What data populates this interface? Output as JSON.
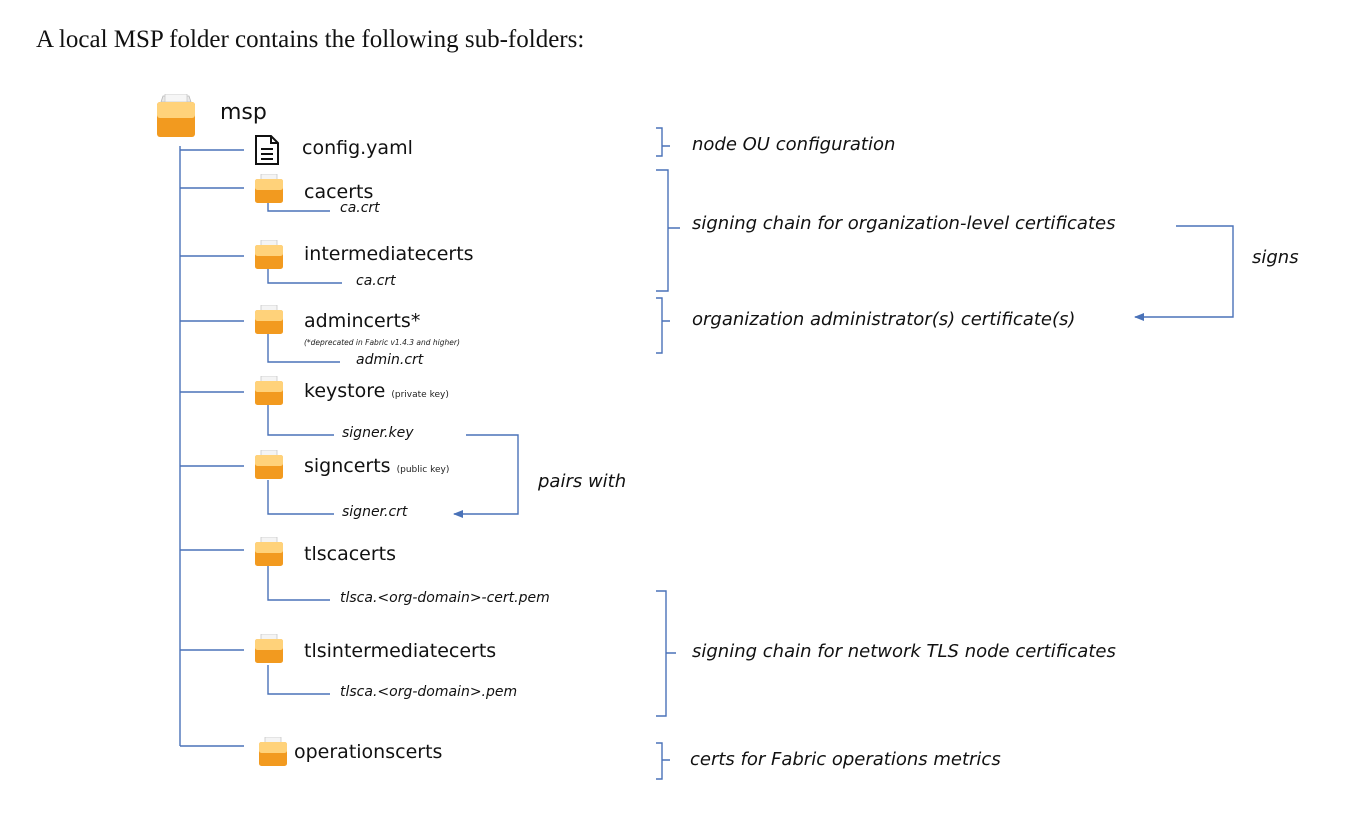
{
  "intro": "A local MSP folder contains the following sub-folders:",
  "root": {
    "name": "msp",
    "icon": "folder-icon"
  },
  "entries": {
    "config": {
      "name": "config.yaml",
      "icon": "document-icon"
    },
    "cacerts": {
      "name": "cacerts",
      "icon": "folder-icon",
      "file": "ca.crt"
    },
    "intermediatecerts": {
      "name": "intermediatecerts",
      "icon": "folder-icon",
      "file": "ca.crt"
    },
    "admincerts": {
      "name": "admincerts*",
      "icon": "folder-icon",
      "note": "(*deprecated in Fabric v1.4.3 and higher)",
      "file": "admin.crt"
    },
    "keystore": {
      "name": "keystore",
      "suffix": "(private key)",
      "icon": "folder-icon",
      "file": "signer.key"
    },
    "signcerts": {
      "name": "signcerts",
      "suffix": "(public key)",
      "icon": "folder-icon",
      "file": "signer.crt"
    },
    "tlscacerts": {
      "name": "tlscacerts",
      "icon": "folder-icon",
      "file": "tlsca.<org-domain>-cert.pem"
    },
    "tlsintermediatecerts": {
      "name": "tlsintermediatecerts",
      "icon": "folder-icon",
      "file": "tlsca.<org-domain>.pem"
    },
    "operationscerts": {
      "name": "operationscerts",
      "icon": "folder-icon"
    }
  },
  "annotations": {
    "node_ou": "node OU configuration",
    "signing_org": "signing chain for organization-level certificates",
    "signs": "signs",
    "admin": "organization administrator(s) certificate(s)",
    "pairs_with": "pairs with",
    "signing_tls": "signing chain for network TLS node certificates",
    "operations": "certs for Fabric operations metrics"
  },
  "colors": {
    "line": "#4a72b8",
    "folder_light": "#ffd27a",
    "folder_dark": "#f29a1f",
    "paper": "#e9e9e9"
  }
}
